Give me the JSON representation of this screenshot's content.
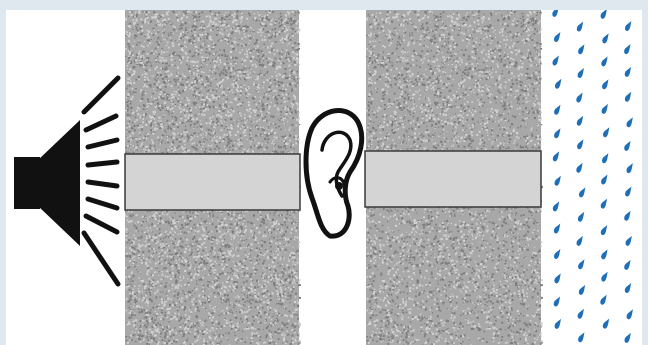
{
  "diagram": {
    "elements": [
      {
        "id": "speaker-icon",
        "kind": "icon",
        "meaning": "speaker"
      },
      {
        "id": "ear-icon",
        "kind": "icon",
        "meaning": "ear"
      },
      {
        "id": "wall-left",
        "kind": "concrete-wall"
      },
      {
        "id": "wall-right",
        "kind": "concrete-wall"
      },
      {
        "id": "insert-left",
        "kind": "grey-panel"
      },
      {
        "id": "insert-right",
        "kind": "grey-panel"
      },
      {
        "id": "rain-area",
        "kind": "rain-drops"
      }
    ]
  },
  "colors": {
    "page_background": "#dfe7ef",
    "canvas_background": "#ffffff",
    "concrete_base": "#a8a8a8",
    "concrete_dark": "#7c7c7c",
    "concrete_light": "#d2d2d2",
    "panel_fill": "#d4d4d4",
    "panel_stroke": "#3a3a3a",
    "icon_color": "#111111",
    "rain_color": "#1f6fb8"
  }
}
